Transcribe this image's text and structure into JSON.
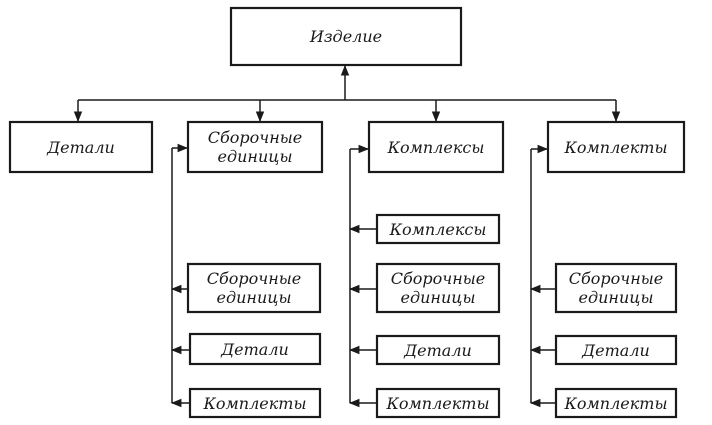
{
  "diagram": {
    "root": {
      "label": "Изделие"
    },
    "level1": [
      {
        "id": "details",
        "label": "Детали"
      },
      {
        "id": "assembly",
        "label": "Сборочные единицы"
      },
      {
        "id": "complexes",
        "label": "Комплексы"
      },
      {
        "id": "kits",
        "label": "Комплекты"
      }
    ],
    "children": {
      "assembly": [
        "Сборочные единицы",
        "Детали",
        "Комплекты"
      ],
      "complexes": [
        "Комплексы",
        "Сборочные единицы",
        "Детали",
        "Комплекты"
      ],
      "kits": [
        "Сборочные единицы",
        "Детали",
        "Комплекты"
      ]
    }
  }
}
